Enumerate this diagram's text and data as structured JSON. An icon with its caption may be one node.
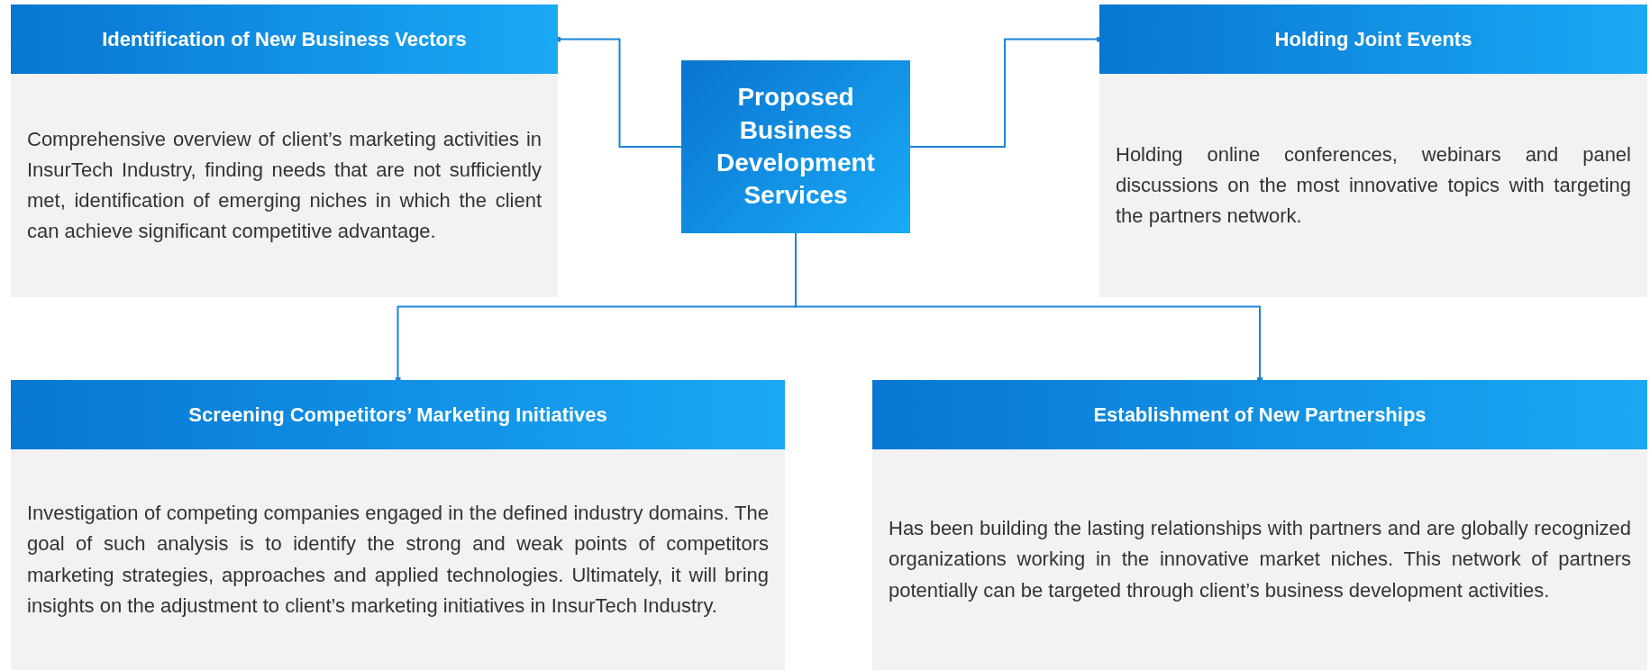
{
  "diagram": {
    "nodes": [
      {
        "text": [
          "Proposed Business Development Services"
        ]
      },
      {
        "text": [
          "Identification of New Business Vectors",
          "Comprehensive overview of client’s marketing activities in InsurTech Industry, finding needs that are not sufficiently met, identification of emerging niches in which the client can achieve significant competitive advantage."
        ]
      },
      {
        "text": [
          "Holding Joint Events",
          "Holding online conferences, webinars and panel discussions on the most innovative topics with targeting the partners network."
        ]
      },
      {
        "text": [
          "Screening Competitors’ Marketing Initiatives",
          "Investigation of competing companies engaged in the defined industry domains. The goal of such analysis is to identify the strong and weak points of competitors marketing strategies, approaches and applied technologies. Ultimately, it will bring insights on the adjustment to client’s marketing initiatives in InsurTech Industry."
        ]
      },
      {
        "text": [
          "Establishment of New Partnerships",
          "Has been building the lasting relationships with partners and are globally recognized organizations working in the innovative market niches. This network of partners potentially can be targeted through client’s business development activities."
        ]
      }
    ],
    "edges": [
      {
        "from": 0,
        "to": 1,
        "arrow": "other"
      },
      {
        "from": 0,
        "to": 2,
        "arrow": "other"
      },
      {
        "from": 0,
        "to": 3,
        "arrow": "other"
      },
      {
        "from": 0,
        "to": 4,
        "arrow": "other"
      }
    ]
  }
}
